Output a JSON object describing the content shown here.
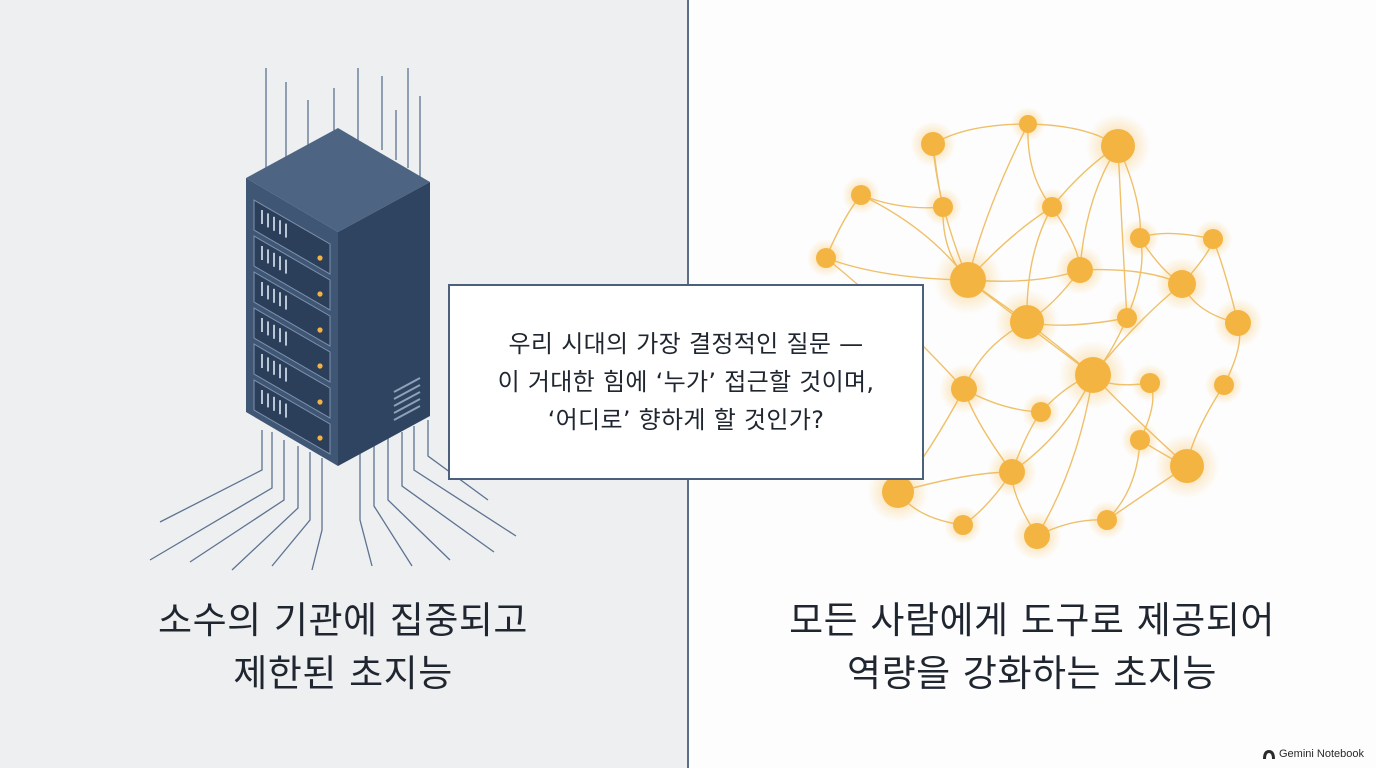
{
  "left": {
    "caption_line1": "소수의 기관에 집중되고",
    "caption_line2": "제한된 초지능",
    "illustration_icon": "server-rack-icon"
  },
  "right": {
    "caption_line1": "모든 사람에게 도구로 제공되어",
    "caption_line2": "역량을 강화하는 초지능",
    "illustration_icon": "network-graph-icon"
  },
  "center_question": {
    "line1": "우리 시대의 가장 결정적인 질문 —",
    "line2": "이 거대한 힘에 ‘누가’ 접근할 것이며,",
    "line3": "‘어디로’ 향하게 할 것인가?"
  },
  "branding": {
    "label": "Gemini Notebook",
    "icon": "notebook-logo-icon"
  },
  "colors": {
    "left_background": "#eeeff1",
    "right_background": "#fdfdfd",
    "server_blue": "#3e5573",
    "node_orange": "#f4b441",
    "divider": "#5b6f89"
  }
}
